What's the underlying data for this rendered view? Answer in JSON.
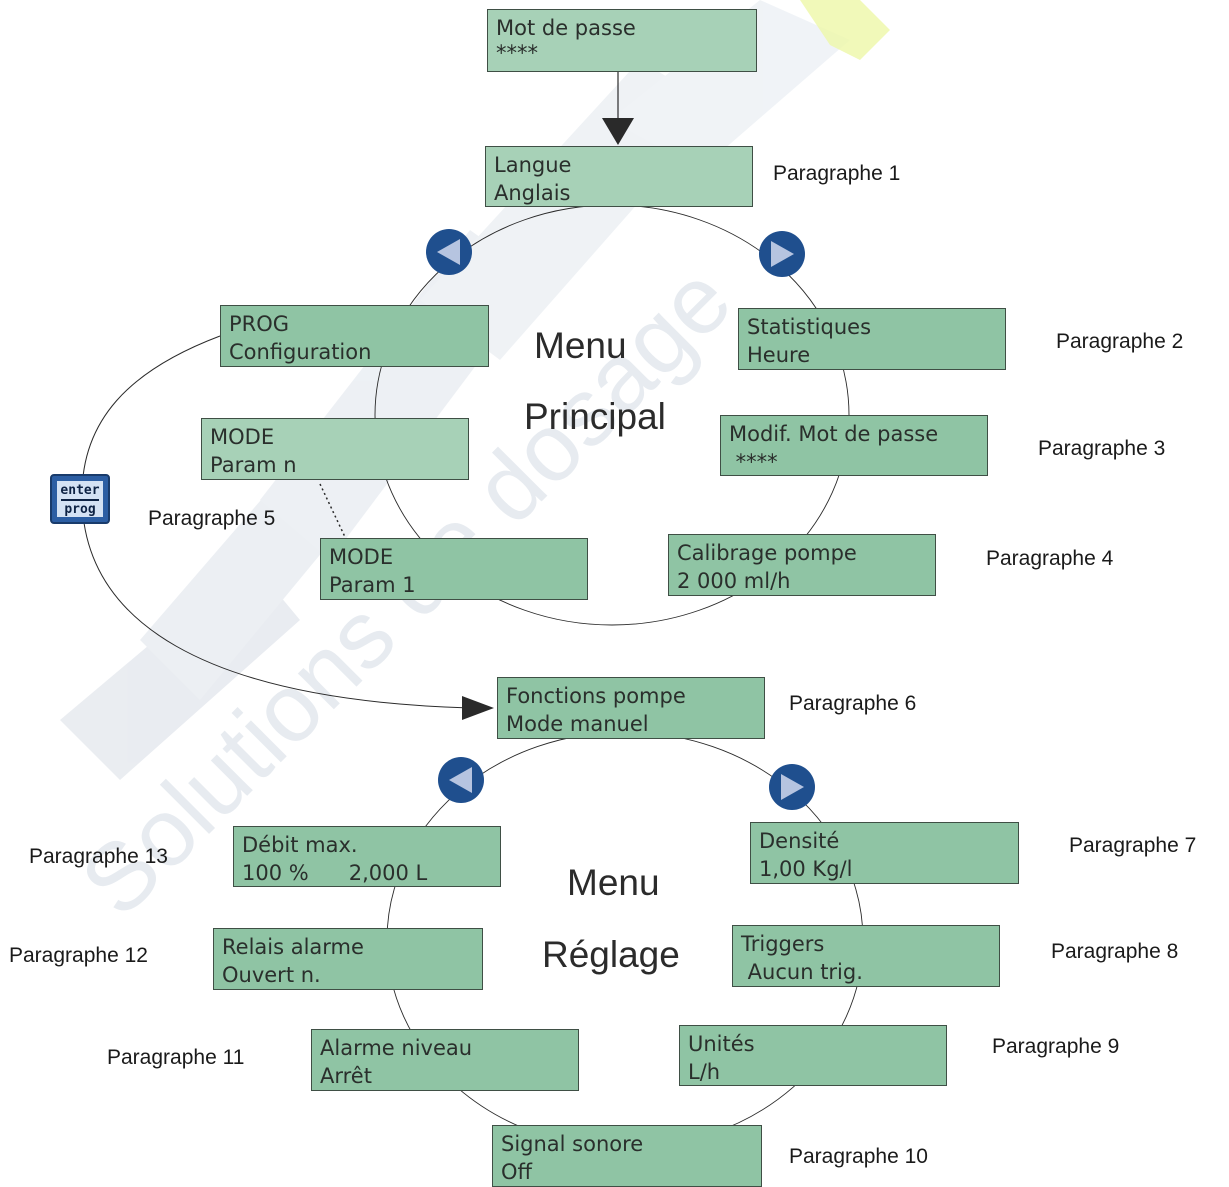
{
  "password_box": {
    "line1": "Mot de passe",
    "line2": "****"
  },
  "menu_principal": {
    "title_line1": "Menu",
    "title_line2": "Principal",
    "screens": [
      {
        "id": "langue",
        "line1": "Langue",
        "line2": "Anglais",
        "paragraph": "Paragraphe 1"
      },
      {
        "id": "statistiques",
        "line1": "Statistiques",
        "line2": "Heure",
        "paragraph": "Paragraphe 2"
      },
      {
        "id": "modif-mot-de-passe",
        "line1": "Modif. Mot de passe",
        "line2": " ****",
        "paragraph": "Paragraphe 3"
      },
      {
        "id": "calibrage-pompe",
        "line1": "Calibrage pompe",
        "line2": "2 000 ml/h",
        "paragraph": "Paragraphe 4"
      },
      {
        "id": "mode-param-1",
        "line1": "MODE",
        "line2": "Param 1"
      },
      {
        "id": "mode-param-n",
        "line1": "MODE",
        "line2": "Param n",
        "paragraph": "Paragraphe 5"
      },
      {
        "id": "prog-configuration",
        "line1": "PROG",
        "line2": "Configuration"
      }
    ]
  },
  "enter_key": {
    "line1": "enter",
    "line2": "prog"
  },
  "menu_reglage": {
    "title_line1": "Menu",
    "title_line2": "Réglage",
    "screens": [
      {
        "id": "fonctions-pompe",
        "line1": "Fonctions pompe",
        "line2": "Mode manuel",
        "paragraph": "Paragraphe 6"
      },
      {
        "id": "densite",
        "line1": "Densité",
        "line2": "1,00 Kg/l",
        "paragraph": "Paragraphe 7"
      },
      {
        "id": "triggers",
        "line1": "Triggers",
        "line2": " Aucun trig.",
        "paragraph": "Paragraphe 8"
      },
      {
        "id": "unites",
        "line1": "Unités",
        "line2": "L/h",
        "paragraph": "Paragraphe 9"
      },
      {
        "id": "signal-sonore",
        "line1": "Signal sonore",
        "line2": "Off",
        "paragraph": "Paragraphe 10"
      },
      {
        "id": "alarme-niveau",
        "line1": "Alarme niveau",
        "line2": "Arrêt",
        "paragraph": "Paragraphe 11"
      },
      {
        "id": "relais-alarme",
        "line1": "Relais alarme",
        "line2": "Ouvert n.",
        "paragraph": "Paragraphe 12"
      },
      {
        "id": "debit-max",
        "line1": "Débit max.",
        "line2": "100 %      2,000 L",
        "paragraph": "Paragraphe 13"
      }
    ]
  },
  "watermark": {
    "text": "Solutions de dosage"
  },
  "colors": {
    "lcd_fill": "#8fc4a4",
    "lcd_border": "#3f4f45",
    "nav_button": "#1f4f8e",
    "nav_arrow": "#b6c4e0",
    "watermark": "#e3e8ee",
    "watermark_accent": "#eef7a8"
  },
  "icons": {
    "nav_left": "left-arrow-circle-icon",
    "nav_right": "right-arrow-circle-icon",
    "enter_key": "enter-prog-key-icon"
  }
}
